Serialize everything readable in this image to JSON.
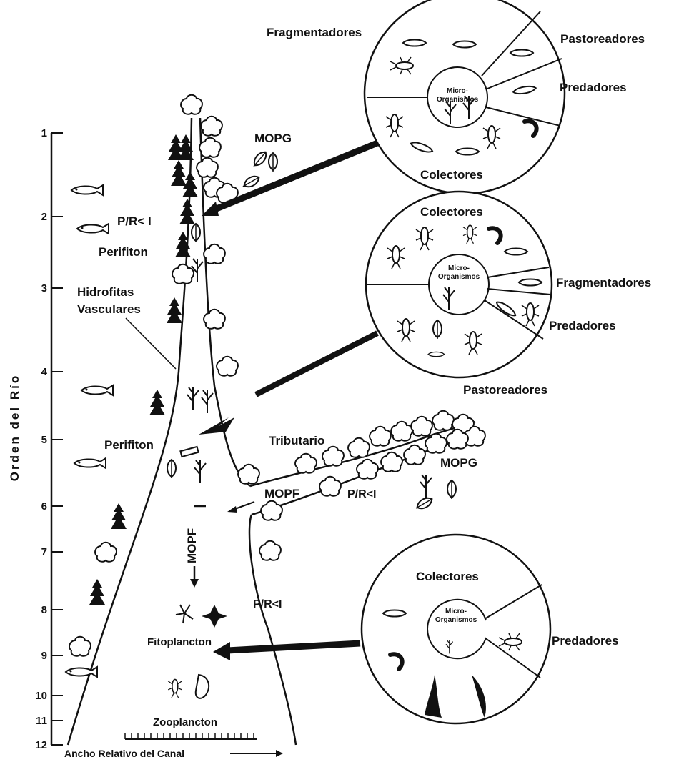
{
  "axis": {
    "title": "Orden del Río",
    "ticks": [
      "1",
      "2",
      "3",
      "4",
      "5",
      "6",
      "7",
      "8",
      "9",
      "10",
      "11",
      "12"
    ],
    "xlabel": "Ancho Relativo del Canal"
  },
  "labels": {
    "pr_upper": "P/R< I",
    "perifiton_upper": "Perifiton",
    "hidrofitas_1": "Hidrofitas",
    "hidrofitas_2": "Vasculares",
    "mopg_upper": "MOPG",
    "perifiton_mid": "Perifiton",
    "tributario": "Tributario",
    "mopg_trib": "MOPG",
    "mopf_trib": "MOPF",
    "pr_trib": "P/R<I",
    "mopf_vertical": "MOPF",
    "pr_lower": "P/R<I",
    "fitoplancton": "Fitoplancton",
    "zooplancton": "Zooplancton"
  },
  "circles": [
    {
      "center_label_1": "Micro-",
      "center_label_2": "Organismos",
      "groups": [
        "Fragmentadores",
        "Pastoreadores",
        "Predadores",
        "Colectores"
      ]
    },
    {
      "center_label_1": "Micro-",
      "center_label_2": "Organismos",
      "groups": [
        "Colectores",
        "Fragmentadores",
        "Predadores",
        "Pastoreadores"
      ]
    },
    {
      "center_label_1": "Micro-",
      "center_label_2": "Organismos",
      "groups": [
        "Colectores",
        "Predadores"
      ]
    }
  ]
}
